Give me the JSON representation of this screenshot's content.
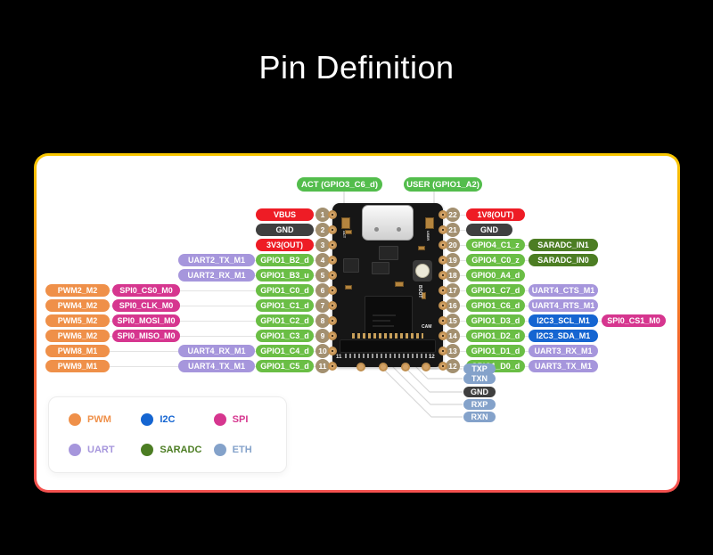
{
  "title": "Pin Definition",
  "colors": {
    "power": "#ee1c25",
    "gnd": "#3f3f3f",
    "gpio": "#6abe45",
    "pwm": "#ef9049",
    "spi": "#d6368f",
    "uart": "#a696dc",
    "i2c": "#1565d1",
    "saradc": "#4c7d23",
    "eth": "#84a2ca",
    "num_circle": "#a39070",
    "top_green": "#53bd4c"
  },
  "top_labels": [
    {
      "text": "ACT (GPIO3_C6_d)"
    },
    {
      "text": "USER (GPIO1_A2)"
    }
  ],
  "left_pins": [
    {
      "num": "1",
      "labels": [
        {
          "col": "D",
          "type": "power",
          "text": "VBUS"
        }
      ]
    },
    {
      "num": "2",
      "labels": [
        {
          "col": "D",
          "type": "gnd",
          "text": "GND"
        }
      ]
    },
    {
      "num": "3",
      "labels": [
        {
          "col": "D",
          "type": "power",
          "text": "3V3(OUT)"
        }
      ]
    },
    {
      "num": "4",
      "labels": [
        {
          "col": "C",
          "type": "uart",
          "text": "UART2_TX_M1"
        },
        {
          "col": "D",
          "type": "gpio",
          "text": "GPIO1_B2_d"
        }
      ]
    },
    {
      "num": "5",
      "labels": [
        {
          "col": "C",
          "type": "uart",
          "text": "UART2_RX_M1"
        },
        {
          "col": "D",
          "type": "gpio",
          "text": "GPIO1_B3_u"
        }
      ]
    },
    {
      "num": "6",
      "labels": [
        {
          "col": "A",
          "type": "pwm",
          "text": "PWM2_M2"
        },
        {
          "col": "B",
          "type": "spi",
          "text": "SPI0_CS0_M0"
        },
        {
          "col": "D",
          "type": "gpio",
          "text": "GPIO1_C0_d"
        }
      ]
    },
    {
      "num": "7",
      "labels": [
        {
          "col": "A",
          "type": "pwm",
          "text": "PWM4_M2"
        },
        {
          "col": "B",
          "type": "spi",
          "text": "SPI0_CLK_M0"
        },
        {
          "col": "D",
          "type": "gpio",
          "text": "GPIO1_C1_d"
        }
      ]
    },
    {
      "num": "8",
      "labels": [
        {
          "col": "A",
          "type": "pwm",
          "text": "PWM5_M2"
        },
        {
          "col": "B",
          "type": "spi",
          "text": "SPI0_MOSI_M0"
        },
        {
          "col": "D",
          "type": "gpio",
          "text": "GPIO1_C2_d"
        }
      ]
    },
    {
      "num": "9",
      "labels": [
        {
          "col": "A",
          "type": "pwm",
          "text": "PWM6_M2"
        },
        {
          "col": "B",
          "type": "spi",
          "text": "SPI0_MISO_M0"
        },
        {
          "col": "D",
          "type": "gpio",
          "text": "GPIO1_C3_d"
        }
      ]
    },
    {
      "num": "10",
      "labels": [
        {
          "col": "A",
          "type": "pwm",
          "text": "PWM8_M1"
        },
        {
          "col": "C",
          "type": "uart",
          "text": "UART4_RX_M1"
        },
        {
          "col": "D",
          "type": "gpio",
          "text": "GPIO1_C4_d"
        }
      ]
    },
    {
      "num": "11",
      "labels": [
        {
          "col": "A",
          "type": "pwm",
          "text": "PWM9_M1"
        },
        {
          "col": "C",
          "type": "uart",
          "text": "UART4_TX_M1"
        },
        {
          "col": "D",
          "type": "gpio",
          "text": "GPIO1_C5_d"
        }
      ]
    }
  ],
  "right_pins": [
    {
      "num": "22",
      "labels": [
        {
          "col": "A",
          "type": "power",
          "text": "1V8(OUT)"
        }
      ]
    },
    {
      "num": "21",
      "labels": [
        {
          "col": "A",
          "type": "gnd",
          "text": "GND",
          "w": 52
        }
      ]
    },
    {
      "num": "20",
      "labels": [
        {
          "col": "A",
          "type": "gpio",
          "text": "GPIO4_C1_z"
        },
        {
          "col": "B",
          "type": "saradc",
          "text": "SARADC_IN1"
        }
      ]
    },
    {
      "num": "19",
      "labels": [
        {
          "col": "A",
          "type": "gpio",
          "text": "GPIO4_C0_z"
        },
        {
          "col": "B",
          "type": "saradc",
          "text": "SARADC_IN0"
        }
      ]
    },
    {
      "num": "18",
      "labels": [
        {
          "col": "A",
          "type": "gpio",
          "text": "GPIO0_A4_d"
        }
      ]
    },
    {
      "num": "17",
      "labels": [
        {
          "col": "A",
          "type": "gpio",
          "text": "GPIO1_C7_d"
        },
        {
          "col": "B",
          "type": "uart",
          "text": "UART4_CTS_M1"
        }
      ]
    },
    {
      "num": "16",
      "labels": [
        {
          "col": "A",
          "type": "gpio",
          "text": "GPIO1_C6_d"
        },
        {
          "col": "B",
          "type": "uart",
          "text": "UART4_RTS_M1"
        }
      ]
    },
    {
      "num": "15",
      "labels": [
        {
          "col": "A",
          "type": "gpio",
          "text": "GPIO1_D3_d"
        },
        {
          "col": "B",
          "type": "i2c",
          "text": "I2C3_SCL_M1"
        },
        {
          "col": "C",
          "type": "spi",
          "text": "SPI0_CS1_M0"
        }
      ]
    },
    {
      "num": "14",
      "labels": [
        {
          "col": "A",
          "type": "gpio",
          "text": "GPIO1_D2_d"
        },
        {
          "col": "B",
          "type": "i2c",
          "text": "I2C3_SDA_M1"
        }
      ]
    },
    {
      "num": "13",
      "labels": [
        {
          "col": "A",
          "type": "gpio",
          "text": "GPIO1_D1_d"
        },
        {
          "col": "B",
          "type": "uart",
          "text": "UART3_RX_M1"
        }
      ]
    },
    {
      "num": "12",
      "labels": [
        {
          "col": "A",
          "type": "gpio",
          "text": "GPIO1_D0_d"
        },
        {
          "col": "B",
          "type": "uart",
          "text": "UART3_TX_M1"
        }
      ]
    }
  ],
  "eth_pins": [
    {
      "type": "eth",
      "text": "TXP"
    },
    {
      "type": "eth",
      "text": "TXN"
    },
    {
      "type": "gnd",
      "text": "GND"
    },
    {
      "type": "eth",
      "text": "RXP"
    },
    {
      "type": "eth",
      "text": "RXN"
    }
  ],
  "legend": {
    "items": [
      {
        "label": "PWM",
        "type": "pwm"
      },
      {
        "label": "I2C",
        "type": "i2c"
      },
      {
        "label": "SPI",
        "type": "spi"
      },
      {
        "label": "UART",
        "type": "uart"
      },
      {
        "label": "SARADC",
        "type": "saradc"
      },
      {
        "label": "ETH",
        "type": "eth"
      }
    ]
  },
  "board": {
    "boot_label": "BOOT",
    "cam_label": "CAM",
    "act_silk": "ACT",
    "user_silk": "USER",
    "corner_left": "11",
    "corner_right": "12"
  }
}
